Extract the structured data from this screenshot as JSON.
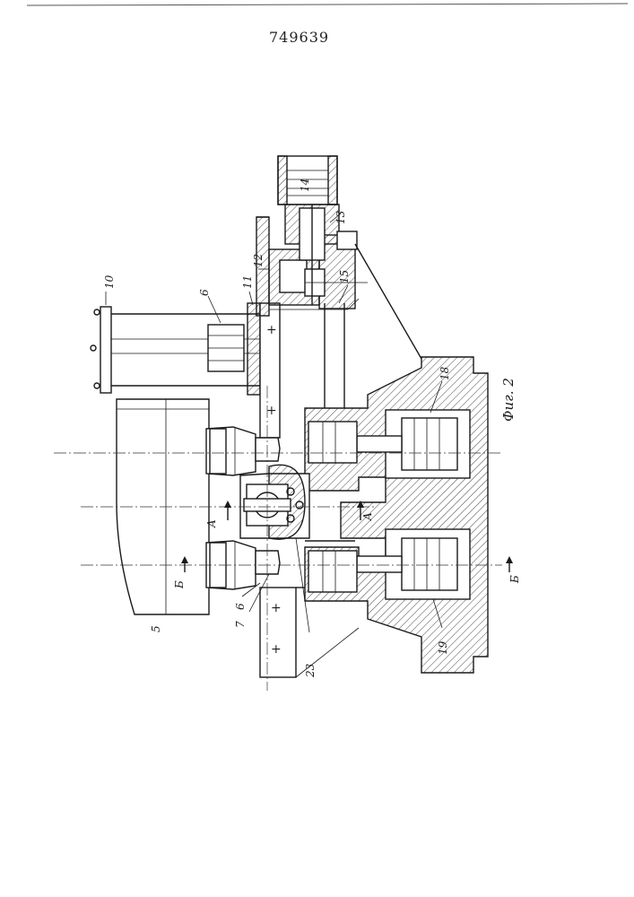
{
  "document": {
    "patent_number": "749639",
    "figure_caption": "Фиг. 2"
  },
  "labels": {
    "l5": "5",
    "l6": "6",
    "l6b": "6",
    "l7": "7",
    "l10": "10",
    "l11": "11",
    "l12": "12",
    "l13": "13",
    "l14": "14",
    "l15": "15",
    "l18": "18",
    "l19": "19",
    "l23": "23"
  },
  "section_marks": {
    "a_left": "A",
    "a_right": "A",
    "b_left": "Б",
    "b_right": "Б"
  }
}
